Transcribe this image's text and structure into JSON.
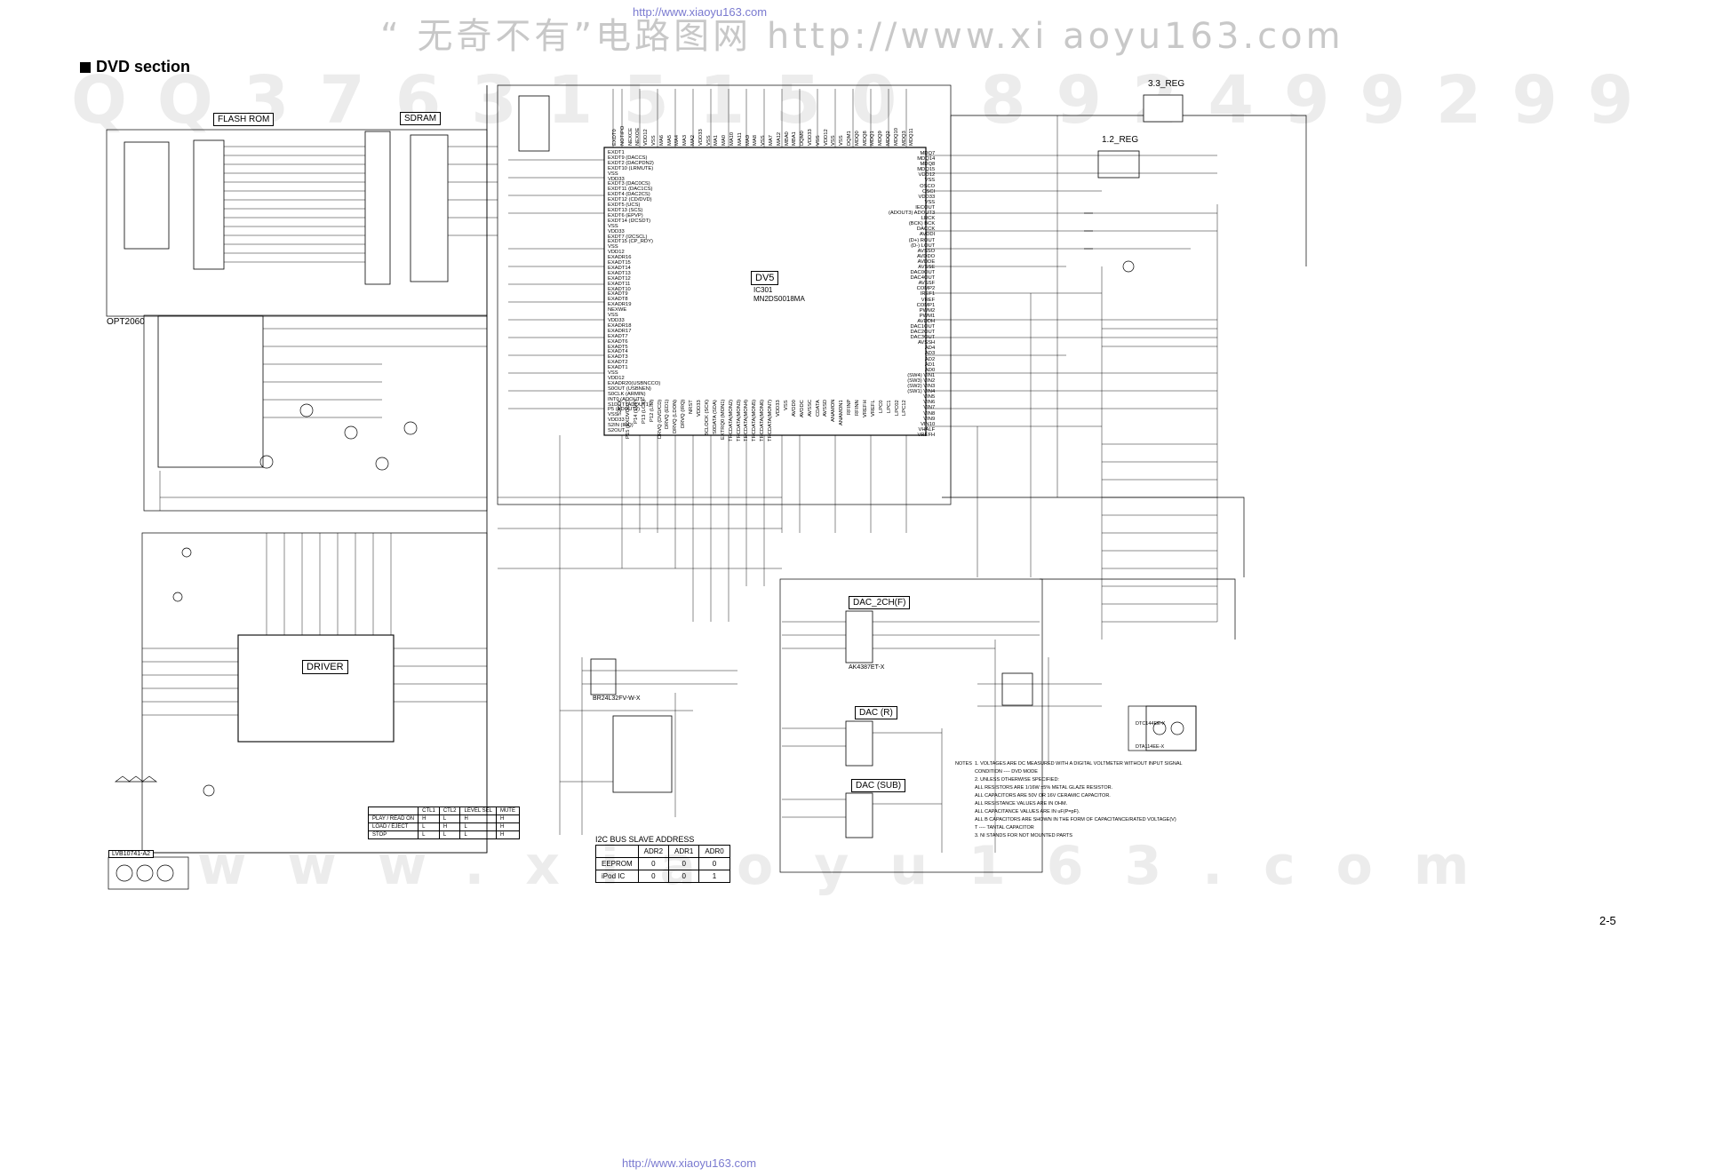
{
  "watermark": {
    "top_text": "“ 无奇不有”电路图网 http://www.xi aoyu163.com",
    "top_url": "http://www.xiaoyu163.com",
    "bottom_url": "http://www.xiaoyu163.com",
    "big_row": "QQ376315150 892499299",
    "big_bottom": "www.xiaoyu163.com"
  },
  "section_title": "DVD section",
  "page_number": "2-5",
  "blocks": {
    "flash_rom": "FLASH ROM",
    "sdram": "SDRAM",
    "opt": "OPT2060",
    "driver": "DRIVER",
    "dv5": "DV5",
    "ic301": "IC301",
    "mn": "MN2DS0018MA",
    "reg33": "3.3_REG",
    "reg12": "1.2_REG",
    "dac2ch": "DAC_2CH(F)",
    "dac_ic": "AK4387ET-X",
    "dacr": "DAC (R)",
    "dacsub": "DAC (SUB)",
    "eeprom_ic": "BR24L32FV-W-X",
    "lvb": "LVB10741-A2"
  },
  "dv5_left_pins": [
    "EXDT1",
    "EXDT9 (DACCS)",
    "EXDT2 (DACPDN2)",
    "EXDT10 (LRMUTE)",
    "VSS",
    "VDD33",
    "EXDT3 (DAC0CS)",
    "EXDT11 (DAC1CS)",
    "EXDT4 (DAC2CS)",
    "EXDT12 (CD/DVD)",
    "EXDT5 (UCS)",
    "EXDT13 (SCS)",
    "EXDT6 (EPVP)",
    "EXDT14 (I2CSDT)",
    "VSS",
    "VDD33",
    "EXDT7 (I2CSCL)",
    "EXDT15 (CP_RDY)",
    "VSS",
    "VDD12",
    "EXADR16",
    "EXADT15",
    "EXADT14",
    "EXADT13",
    "EXADT12",
    "EXADT11",
    "EXADT10",
    "EXADT9",
    "EXADT8",
    "EXADR19",
    "NEXWE",
    "VSS",
    "VDD33",
    "EXADR18",
    "EXADR17",
    "EXADT7",
    "EXADT6",
    "EXADT5",
    "EXADT4",
    "EXADT3",
    "EXADT2",
    "EXADT1",
    "VSS",
    "VDD12",
    "EXADR20(USBNCCO)",
    "S0OUT (USBNEN)",
    "S0CLK (ARMIN)",
    "INT0 (ADOUT5)",
    "S1DUT (ADOUT1)",
    "P5 (ADOUT2)",
    "VSS",
    "VDD33",
    "S2IN (IRQ)",
    "S2OUT"
  ],
  "dv5_right_pins": [
    "MDQ7",
    "MDQ14",
    "MDQ8",
    "MDQ15",
    "VDD12",
    "VSS",
    "OSCO",
    "OSCI",
    "VDD33",
    "VSS",
    "IECOUT",
    "ADOUT3",
    "LRCK",
    "BCK",
    "DACCK",
    "AVDDI",
    "ROUT",
    "LOUT",
    "AVSSO",
    "AVDDO",
    "AVDDE",
    "AVSSE",
    "DAC0OUT",
    "DAC4OUT",
    "AVSSF",
    "COMP2",
    "IREF1",
    "VREF",
    "COMP1",
    "PWM2",
    "PWM1",
    "AVDDH",
    "DAC1OUT",
    "DAC2OUT",
    "DAC3OUT",
    "AVSSH",
    "AD4",
    "AD3",
    "AD2",
    "AD1",
    "AD0",
    "VIN1",
    "VIN2",
    "VIN3",
    "VIN4",
    "VIN5",
    "VIN6",
    "VIN7",
    "VIN8",
    "VIN9",
    "VIN10",
    "VHALF",
    "VREFH"
  ],
  "dv5_right_annot": {
    "ADOUT3": "(ADOUT3)",
    "BCK": "(BCK)",
    "ROUT": "(D+)",
    "LOUT": "(D-)",
    "VIN1": "(SW4)",
    "VIN2": "(SW3)",
    "VIN3": "(SW2)",
    "VIN4": "(SW1)"
  },
  "dv5_top_pins": [
    "EXDT0",
    "NOTIPO",
    "NEXCE",
    "NEXOE",
    "VDD12",
    "VSS",
    "MA6",
    "MA5",
    "MA4",
    "MA3",
    "MA2",
    "VDD33",
    "VSS",
    "MA1",
    "MA0",
    "MA10",
    "MA11",
    "MA9",
    "MA8",
    "VSS",
    "MA7",
    "MA12",
    "MBA0",
    "MBA1",
    "DQM0",
    "VDD33",
    "VSS",
    "VDD12",
    "VSS",
    "VSS",
    "DQM1",
    "MDQ0",
    "MDQ8",
    "MDQ1",
    "MDQ9",
    "MDQ2",
    "MDQ10",
    "MDQ3",
    "MDQ11"
  ],
  "dv5_bottom_pins": [
    "S2CLK",
    "P15 (EXDVOUT)",
    "P14 (SVP)",
    "P13 (LCK)",
    "P12 (LIM)",
    "DRVQ (DVD/CD)",
    "DRVQ (ED1)",
    "DRVQ (LDON)",
    "DRVQ (IRQ)",
    "NRST",
    "VDD33",
    "BCLOCK (SCK)",
    "S0DATA (SDA)",
    "EXTRQ0 (MON1)",
    "TRCDATA(MON2)",
    "TRCDATA(MON3)",
    "TRCDATA(MON4)",
    "TRCDATA(MON5)",
    "TRCDATA(MON6)",
    "TRCDATA(MON7)",
    "VDD33",
    "VSS",
    "AVDD0",
    "AVDDC",
    "AVSSC",
    "CDATA",
    "AVSSD",
    "ANAMON",
    "ANAMON1",
    "RFINP",
    "RFINN",
    "VREFH",
    "VREFL",
    "LPC0",
    "LPC1",
    "LPC02",
    "LPC12"
  ],
  "i2c_table": {
    "title": "I2C BUS SLAVE ADDRESS",
    "headers": [
      "",
      "ADR2",
      "ADR1",
      "ADR0"
    ],
    "rows": [
      [
        "EEPROM",
        "0",
        "0",
        "0"
      ],
      [
        "iPod IC",
        "0",
        "0",
        "1"
      ]
    ]
  },
  "logic_table": {
    "headers": [
      "",
      "CTL1",
      "CTL2",
      "LEVEL SEL",
      "MUTE"
    ],
    "rows": [
      [
        "PLAY / READ ON",
        "H",
        "L",
        "H",
        "H"
      ],
      [
        "LOAD / EJECT",
        "L",
        "H",
        "L",
        "H"
      ],
      [
        "STOP",
        "L",
        "L",
        "L",
        "H"
      ]
    ]
  },
  "notes": {
    "title": "NOTES",
    "lines": [
      "1. VOLTAGES ARE DC MEASURED WITH A DIGITAL VOLTMETER WITHOUT INPUT SIGNAL",
      "CONDITION ---- DVD MODE",
      "2. UNLESS OTHERWISE SPECIFIED:",
      "ALL RESISTORS ARE 1/16W ±5% METAL GLAZE RESISTOR.",
      "ALL CAPACITORS ARE 50V OR 16V CERAMIC CAPACITOR.",
      "ALL RESISTANCE VALUES ARE IN OHM.",
      "ALL CAPACITANCE VALUES ARE IN uF(P=pF).",
      "ALL B CAPACITORS ARE SHOWN IN THE FORM OF CAPACITANCE/RATED VOLTAGE(V)",
      "T ---- TANTAL CAPACITOR",
      "3. NI STANDS FOR NOT MOUNTED PARTS"
    ]
  },
  "transistors": [
    "DTC144EE-X",
    "DTA114EE-X"
  ]
}
